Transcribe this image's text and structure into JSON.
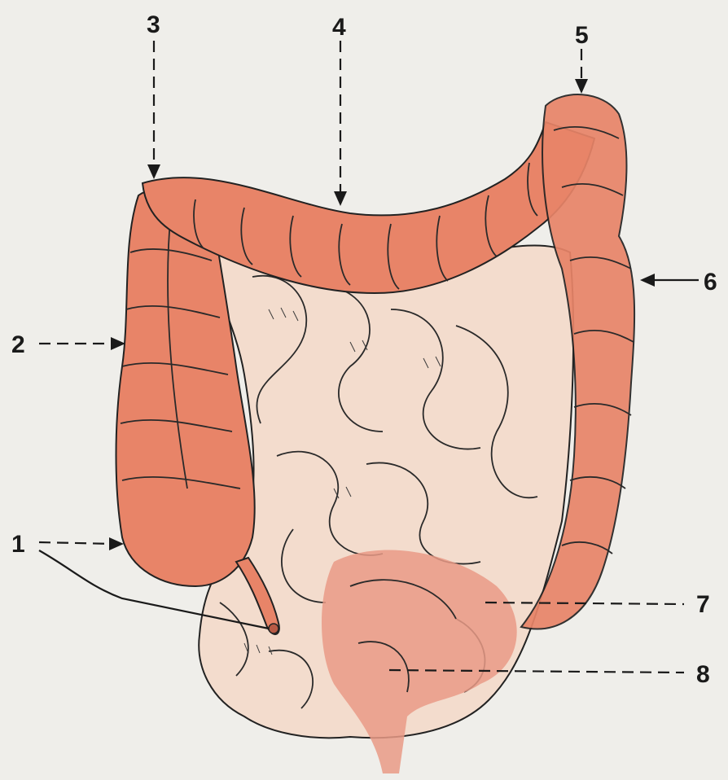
{
  "figure": {
    "callouts": [
      {
        "id": "1",
        "text": "1"
      },
      {
        "id": "2",
        "text": "2"
      },
      {
        "id": "3",
        "text": "3"
      },
      {
        "id": "4",
        "text": "4"
      },
      {
        "id": "5",
        "text": "5"
      },
      {
        "id": "6",
        "text": "6"
      },
      {
        "id": "7",
        "text": "7"
      },
      {
        "id": "8",
        "text": "8"
      }
    ]
  },
  "colors": {
    "background": "#efeeea",
    "large_intestine": "#e88468",
    "small_intestine": "#f3dccd",
    "rectum_sigmoid": "#ec8f78",
    "outline": "#222222"
  }
}
